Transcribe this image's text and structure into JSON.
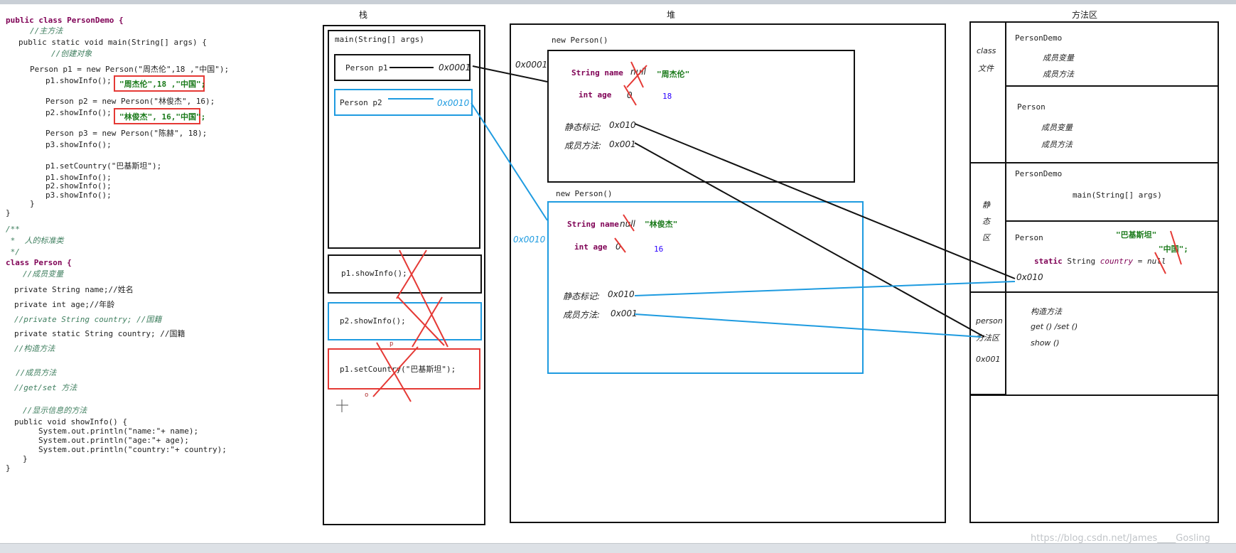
{
  "code": {
    "l1": "public class PersonDemo {",
    "l2": "//主方法",
    "l3": "public static void main(String[] args) {",
    "l4": "//创建对象",
    "l5": "Person p1 = new Person(\"周杰伦\",18 ,\"中国\");",
    "l6": "p1.showInfo();",
    "l7": "Person p2 = new Person(\"林俊杰\", 16);",
    "l8": "p2.showInfo();",
    "l9": "Person p3 = new Person(\"陈赫\", 18);",
    "l10": "p3.showInfo();",
    "l11": "p1.setCountry(\"巴基斯坦\");",
    "l12": "p1.showInfo();",
    "l13": "p2.showInfo();",
    "l14": "p3.showInfo();",
    "l15": "}",
    "l16": "}",
    "l17": "/**",
    "l18": " *  人的标准类",
    "l19": " */",
    "l20": "class Person {",
    "l21": "//成员变量",
    "l22": "private String name;//姓名",
    "l23": "private int age;//年龄",
    "l24": "//private String country; //国籍",
    "l25": "private static String country; //国籍",
    "l26": "//构造方法",
    "l27": "//成员方法",
    "l28": "//get/set 方法",
    "l29": "//显示信息的方法",
    "l30": "public void showInfo() {",
    "l31": "System.out.println(\"name:\"+ name);",
    "l32": "System.out.println(\"age:\"+ age);",
    "l33": "System.out.println(\"country:\"+ country);",
    "l34": "}",
    "l35": "}",
    "out1": "\"周杰伦\",18 ,\"中国\";",
    "out2": "\"林俊杰\", 16,\"中国\";"
  },
  "titles": {
    "stack": "栈",
    "heap": "堆",
    "method_area": "方法区"
  },
  "stack": {
    "main": "main(String[] args)",
    "p1": "Person p1",
    "p1_addr": "0x0001",
    "p2": "Person p2",
    "p2_addr": "0x0010",
    "frame1": "p1.showInfo();",
    "frame2": "p2.showInfo();",
    "frame3": "p1.setCountry(\"巴基斯坦\");",
    "small_p": "p",
    "small_o": "o"
  },
  "heap": {
    "obj1_label": "new Person()",
    "obj1_addr": "0x0001",
    "obj1_name": "String name",
    "obj1_null": "null",
    "obj1_name_val": "\"周杰伦\"",
    "obj1_age": "int age",
    "obj1_zero": "0",
    "obj1_age_val": "18",
    "obj1_static": "静态标记:",
    "obj1_static_addr": "0x010",
    "obj1_method": "成员方法:",
    "obj1_method_addr": "0x001",
    "obj2_label": "new Person()",
    "obj2_addr": "0x0010",
    "obj2_name": "String name",
    "obj2_null": "null",
    "obj2_name_val": "\"林俊杰\"",
    "obj2_age": "int age",
    "obj2_zero": "0",
    "obj2_age_val": "16",
    "obj2_static": "静态标记:",
    "obj2_static_addr": "0x010",
    "obj2_method": "成员方法:",
    "obj2_method_addr": "0x001"
  },
  "method_area": {
    "class_file_1": "class",
    "class_file_2": "文件",
    "pd_name": "PersonDemo",
    "pd_vars": "成员变量",
    "pd_methods": "成员方法",
    "p_name": "Person",
    "p_vars": "成员变量",
    "p_methods": "成员方法",
    "static_1": "静",
    "static_2": "态",
    "static_3": "区",
    "s_pd_name": "PersonDemo",
    "s_pd_main": "main(String[] args)",
    "s_p_name": "Person",
    "s_country_new": "\"巴基斯坦\"",
    "s_country_old": "\"中国\";",
    "s_country_decl": "static String country = null",
    "s_addr": "0x010",
    "person_1": "person",
    "person_2": "方法区",
    "person_addr": "0x001",
    "m_ctor": "构造方法",
    "m_getset": "get () /set ()",
    "m_show": "show ()"
  },
  "watermark": "https://blog.csdn.net/James____Gosling"
}
